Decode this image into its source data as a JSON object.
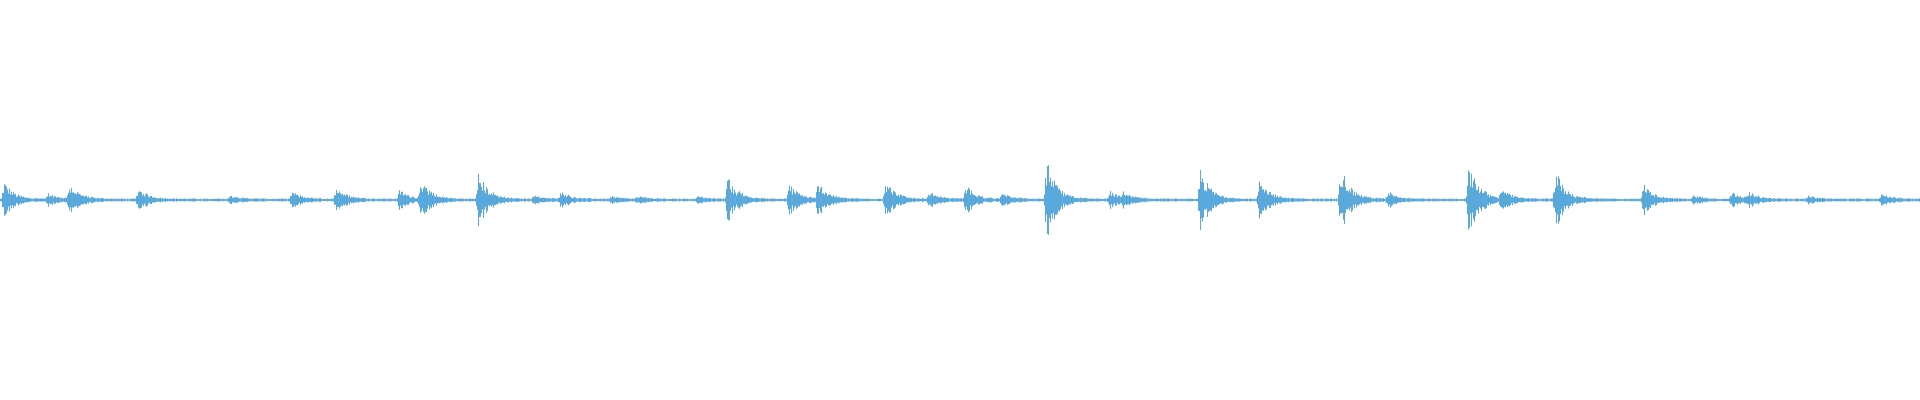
{
  "waveform": {
    "color": "#5aa9dc",
    "background": "#ffffff",
    "amplitude_floor": 0.006,
    "peaks": [
      {
        "t": 0.002,
        "amp": 0.09
      },
      {
        "t": 0.025,
        "amp": 0.03
      },
      {
        "t": 0.036,
        "amp": 0.08
      },
      {
        "t": 0.072,
        "amp": 0.06
      },
      {
        "t": 0.12,
        "amp": 0.02
      },
      {
        "t": 0.152,
        "amp": 0.04
      },
      {
        "t": 0.175,
        "amp": 0.07
      },
      {
        "t": 0.208,
        "amp": 0.05
      },
      {
        "t": 0.219,
        "amp": 0.1
      },
      {
        "t": 0.249,
        "amp": 0.14
      },
      {
        "t": 0.278,
        "amp": 0.02
      },
      {
        "t": 0.292,
        "amp": 0.04
      },
      {
        "t": 0.318,
        "amp": 0.015
      },
      {
        "t": 0.332,
        "amp": 0.015
      },
      {
        "t": 0.363,
        "amp": 0.015
      },
      {
        "t": 0.379,
        "amp": 0.12
      },
      {
        "t": 0.411,
        "amp": 0.08
      },
      {
        "t": 0.426,
        "amp": 0.09
      },
      {
        "t": 0.461,
        "amp": 0.1
      },
      {
        "t": 0.484,
        "amp": 0.04
      },
      {
        "t": 0.503,
        "amp": 0.07
      },
      {
        "t": 0.522,
        "amp": 0.03
      },
      {
        "t": 0.545,
        "amp": 0.2
      },
      {
        "t": 0.578,
        "amp": 0.04
      },
      {
        "t": 0.585,
        "amp": 0.03
      },
      {
        "t": 0.625,
        "amp": 0.16
      },
      {
        "t": 0.656,
        "amp": 0.11
      },
      {
        "t": 0.698,
        "amp": 0.18
      },
      {
        "t": 0.723,
        "amp": 0.04
      },
      {
        "t": 0.765,
        "amp": 0.2
      },
      {
        "t": 0.782,
        "amp": 0.05
      },
      {
        "t": 0.81,
        "amp": 0.15
      },
      {
        "t": 0.856,
        "amp": 0.08
      },
      {
        "t": 0.882,
        "amp": 0.02
      },
      {
        "t": 0.902,
        "amp": 0.04
      },
      {
        "t": 0.911,
        "amp": 0.03
      },
      {
        "t": 0.942,
        "amp": 0.02
      },
      {
        "t": 0.98,
        "amp": 0.03
      }
    ]
  }
}
